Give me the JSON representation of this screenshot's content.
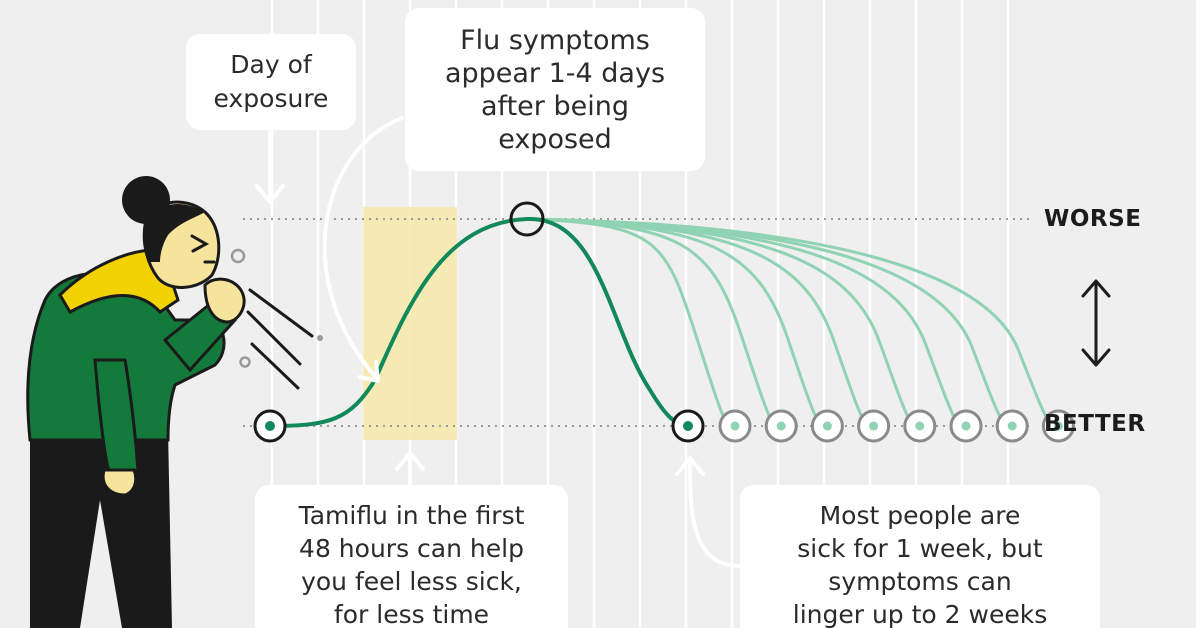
{
  "callouts": {
    "exposure": [
      "Day of",
      "exposure"
    ],
    "symptoms": [
      "Flu symptoms",
      "appear 1-4 days",
      "after being",
      "exposed"
    ],
    "tamiflu": [
      "Tamiflu in the first",
      "48 hours can help",
      "you feel less sick,",
      "for less time"
    ],
    "duration": [
      "Most people are",
      "sick for 1 week, but",
      "symptoms can",
      "linger up to 2 weeks"
    ]
  },
  "scale": {
    "top_label": "WORSE",
    "bottom_label": "BETTER"
  },
  "timeline": {
    "recovery_marker_count": 8
  },
  "colors": {
    "background": "#efefef",
    "curve_dark": "#11895a",
    "curve_light": "#8fd3b3",
    "highlight_band": "#f6e9a9",
    "figure_coat": "#137a3c",
    "figure_scarf": "#f2d200",
    "figure_skin": "#f7e49c",
    "figure_pants": "#1a1a1a",
    "callout_bg": "#ffffff"
  },
  "icons": [
    "person-coughing-icon",
    "double-arrow-vertical-icon",
    "circle-marker-icon"
  ]
}
